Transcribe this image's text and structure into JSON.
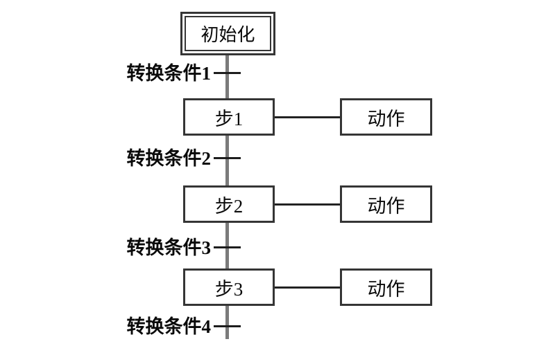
{
  "diagram": {
    "type": "sequential-function-chart",
    "init": {
      "label": "初始化"
    },
    "steps": [
      {
        "label": "步1",
        "action": "动作"
      },
      {
        "label": "步2",
        "action": "动作"
      },
      {
        "label": "步3",
        "action": "动作"
      }
    ],
    "transitions": [
      {
        "label": "转换条件1"
      },
      {
        "label": "转换条件2"
      },
      {
        "label": "转换条件3"
      },
      {
        "label": "转换条件4"
      }
    ],
    "colors": {
      "background": "#ffffff",
      "box_border": "#353535",
      "flow_line": "#7b7b7b",
      "tick": "#1d1d1d",
      "connector": "#222222",
      "text": "#0a0a0a"
    }
  }
}
